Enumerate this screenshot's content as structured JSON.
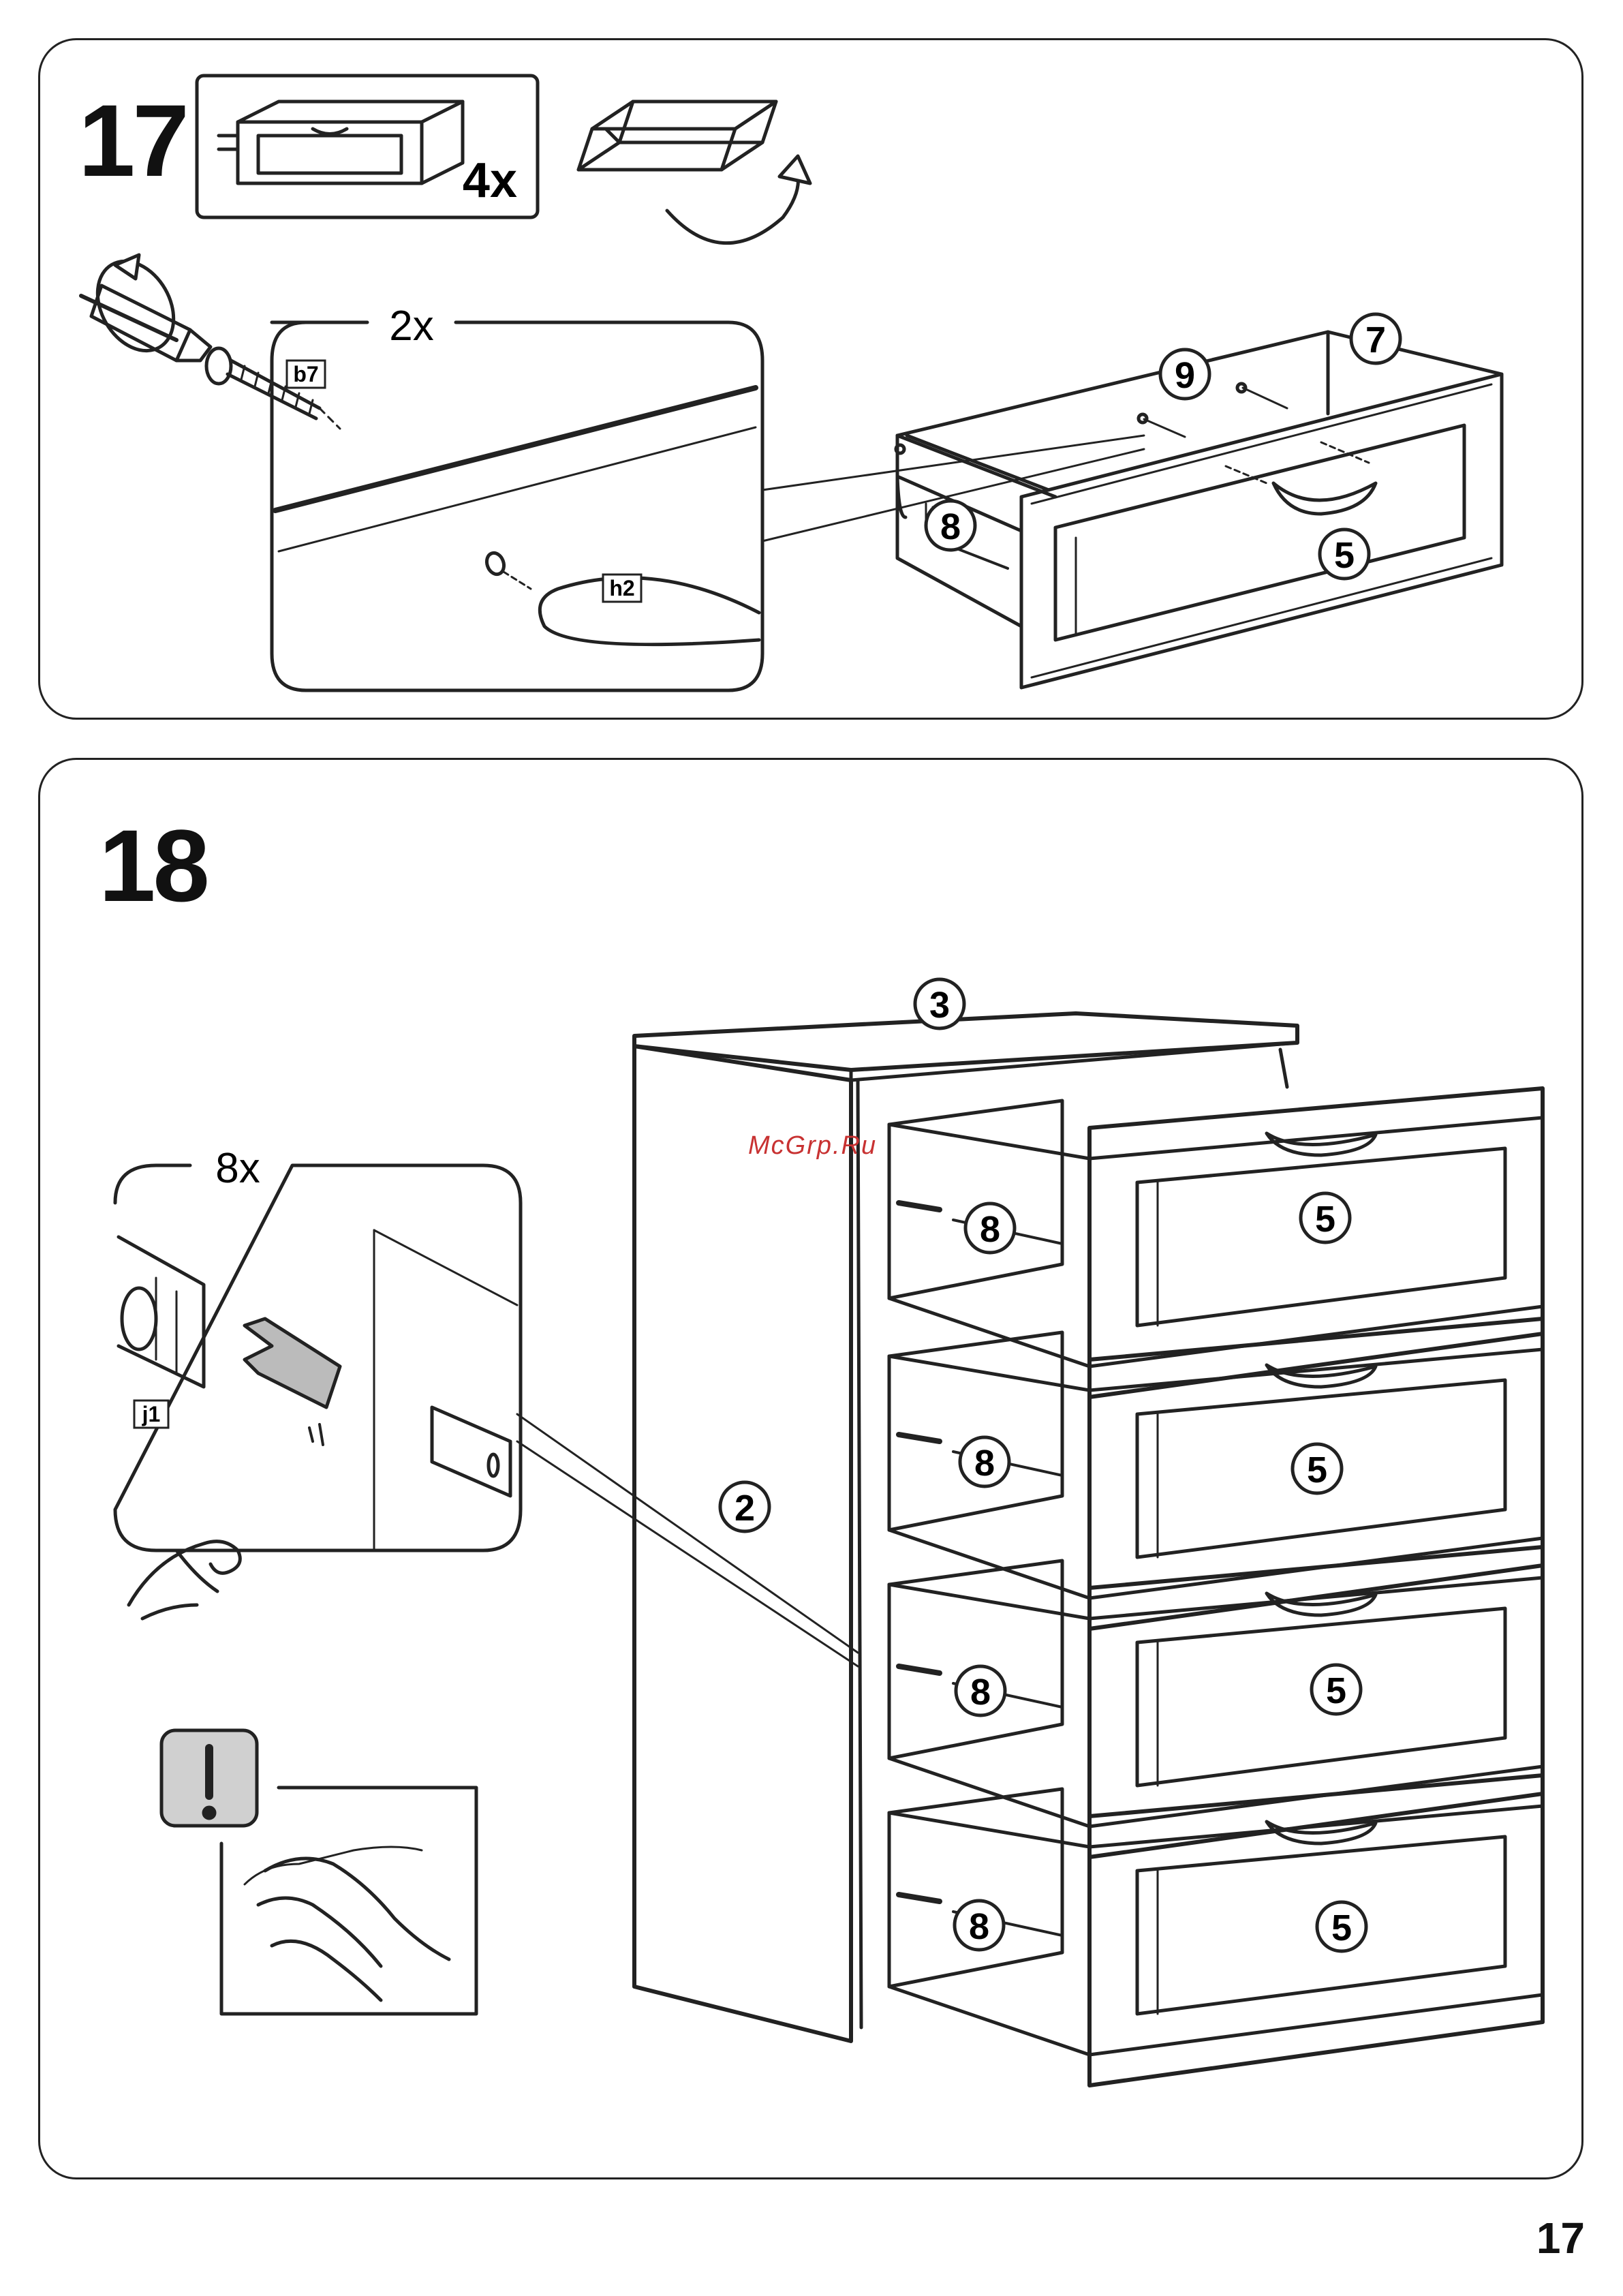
{
  "steps": [
    {
      "number": "17",
      "quantity": "4x",
      "screw_count": "2x",
      "part_labels": [
        "b7",
        "h2"
      ],
      "callouts": [
        "9",
        "7",
        "8",
        "5"
      ]
    },
    {
      "number": "18",
      "slide_count": "8x",
      "part_labels": [
        "j1"
      ],
      "callouts": [
        "3",
        "2",
        "8",
        "5",
        "8",
        "5",
        "8",
        "5",
        "8",
        "5"
      ],
      "warning_icon": "exclamation-icon"
    }
  ],
  "watermark": "McGrp.Ru",
  "page_number": "17",
  "colors": {
    "stroke": "#222222",
    "warning_fill": "#d0d0d0",
    "watermark": "#c83232"
  }
}
